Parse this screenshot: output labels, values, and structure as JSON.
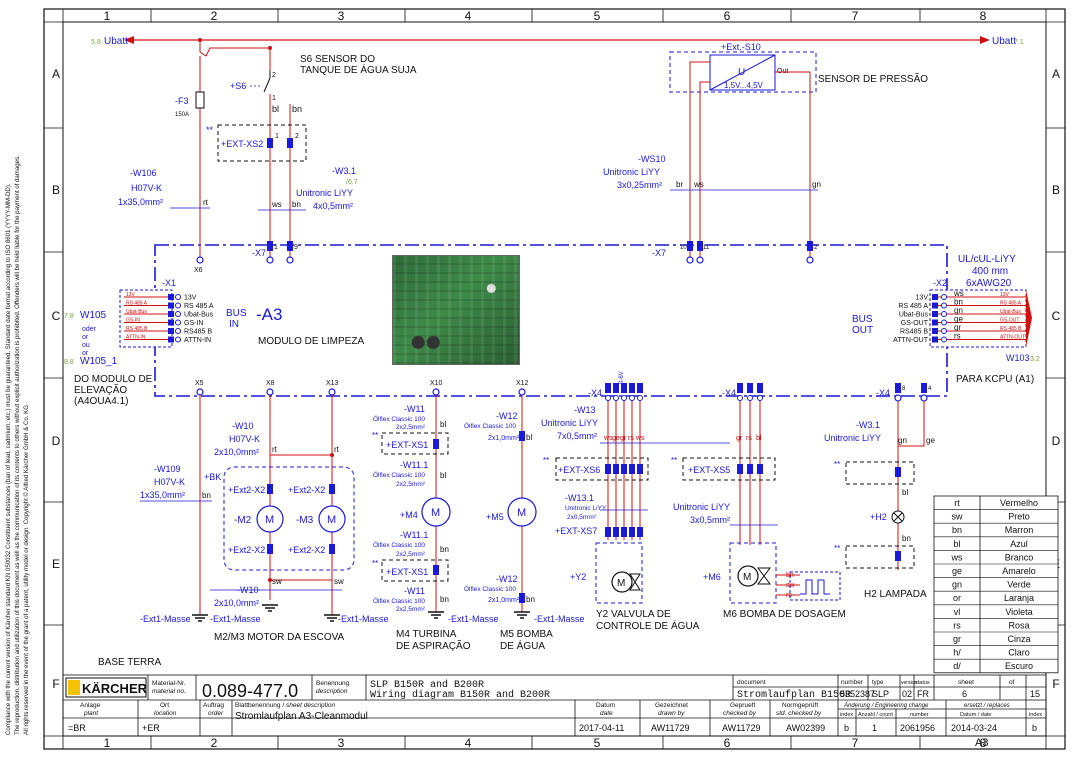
{
  "grid": {
    "columns": [
      "1",
      "2",
      "3",
      "4",
      "5",
      "6",
      "7",
      "8"
    ],
    "rows": [
      "A",
      "B",
      "C",
      "D",
      "E",
      "F"
    ]
  },
  "side_text": [
    "Compliance with the current version of Kärcher standard KN 050032 Constituent substances (ban of lead, cadmium, etc.) must be guaranteed. Standard date format according to ISO 8601 (YYYY-MM-DD).",
    "The reproduction, distribution and utilization of this document as well as the communication of its contents to others without explicit authorization is prohibited. Offenders will be held liable for the payment of damages.",
    "All rights reserved in the event of the grant of a patent, utility model or design. Copyright © Alfred Kärcher GmbH & Co. KG"
  ],
  "ubatt": {
    "left_ref": "5.8",
    "left": "Ubatt",
    "right": "Ubatt",
    "right_ref": "7.1"
  },
  "module": {
    "id": "-A3",
    "name": "MODULO DE LIMPEZA",
    "bus_in": [
      "BUS",
      "IN"
    ],
    "bus_out": [
      "BUS",
      "OUT"
    ]
  },
  "x1": {
    "id": "-X1",
    "pins": [
      "13V",
      "RS 485 A",
      "Ubat-Bus",
      "GS-IN",
      "RS485 B",
      "ATTN-IN"
    ],
    "wire_tags": [
      "13V",
      "RS 485 A",
      "Ubat-Bus",
      "GS-IN",
      "RS 485 B",
      "ATTN-IN"
    ],
    "cable": "W105",
    "cable_ref": "7.8",
    "or_text": [
      "oder",
      "or",
      "ou",
      "or"
    ],
    "cable2": "W105_1",
    "cable2_ref": "8.8",
    "from": [
      "DO MODULO DE",
      "ELEVAÇÃO",
      "(A4OUA4.1)"
    ]
  },
  "x2": {
    "id": "-X2",
    "pins": [
      "13V",
      "RS 485 A",
      "Ubat-Bus",
      "GS-OUT",
      "RS485 B",
      "ATTN-OUT"
    ],
    "colors": [
      "ws",
      "bn",
      "gn",
      "ge",
      "gr",
      "rs"
    ],
    "wire_tags": [
      "13V",
      "RS 485 A",
      "Ubat-Bus",
      "GS-OUT",
      "RS 485 B",
      "ATTN-OUT"
    ],
    "spec": [
      "UL/cUL-LiYY",
      "400 mm",
      "6xAWG20"
    ],
    "cable": "W103",
    "cable_ref": "3.2",
    "to": "PARA KCPU (A1)"
  },
  "top": {
    "f3": "-F3",
    "f3_val": "150A",
    "w106": [
      "-W106",
      "H07V-K",
      "1x35,0mm²"
    ],
    "rt": "rt",
    "x6": "X6",
    "x7": "-X7",
    "s6": "+S6",
    "s6_title": [
      "S6  SENSOR DO",
      "TANQUE DE ÁGUA SUJA"
    ],
    "xs2": "+EXT-XS2",
    "star": "**",
    "w31": [
      "-W3.1",
      "/6.7",
      "Unitronic LiYY",
      "4x0,5mm²"
    ],
    "bl": "bl",
    "bn": "bn",
    "ws": "ws",
    "s10": "+Ext.-S10",
    "s10_u": "U",
    "s10_range": "1,5V...4,5V",
    "s10_out": "Out",
    "s10_name": "SENSOR DE PRESSÃO",
    "ws10": [
      "-WS10",
      "Unitronic LiYY",
      "3x0,25mm²"
    ],
    "br": "br",
    "gn": "gn",
    "pins": {
      "p1": "1",
      "p2": "2",
      "p9": "9",
      "p10": "10",
      "p11": "11",
      "p12": "2"
    }
  },
  "bottom": {
    "x_labels": [
      "X5",
      "X8",
      "X13",
      "X10",
      "X12"
    ],
    "w10": [
      "-W10",
      "H07V-K",
      "2x10,0mm²"
    ],
    "w109": [
      "-W109",
      "H07V-K",
      "1x35,0mm²"
    ],
    "bk": "+BK",
    "ext2_left": [
      "+Ext2-X2",
      "+Ext2-X2"
    ],
    "ext2_right": [
      "+Ext2-X2",
      "+Ext2-X2"
    ],
    "m2": "-M2",
    "m3": "-M3",
    "m_sym": "M",
    "w10b": [
      "-W10",
      "2x10,0mm²"
    ],
    "sw": "sw",
    "masse": [
      "-Ext1-Masse",
      "-Ext1-Masse",
      "-Ext1-Masse",
      "-Ext1-Masse",
      "-Ext1-Masse"
    ],
    "m2m3": "M2/M3 MOTOR DA ESCOVA",
    "w11": [
      "-W11",
      "Ölflex Classic 100",
      "2x2,5mm²"
    ],
    "xs1": "+EXT-XS1",
    "w111": [
      "-W11.1",
      "Ölflex Classic 100",
      "2x2,5mm²"
    ],
    "m4": "+M4",
    "w111b": [
      "-W11.1",
      "Ölflex Classic 100",
      "2x2,5mm²"
    ],
    "w11c": [
      "-W11",
      "Ölflex Classic 100",
      "2x2,5mm²"
    ],
    "m4_name": [
      "M4 TURBINA",
      "DE ASPIRAÇÃO"
    ],
    "w12": [
      "-W12",
      "Ölflex Classic 100",
      "2x1,0mm²"
    ],
    "m5": "+M5",
    "w12b": [
      "-W12",
      "Ölflex Classic 100",
      "2x1,0mm²"
    ],
    "m5_name": [
      "M5 BOMBA",
      "DE ÁGUA"
    ],
    "x4": "-X4",
    "v06": "0-6V",
    "w13": [
      "-W13",
      "Unitronic LiYY",
      "7x0,5mm²"
    ],
    "xs6": "+EXT-XS6",
    "w131": [
      "-W13.1",
      "Unitronic LiYY",
      "2x0,5mm²"
    ],
    "xs7": "+EXT-XS7",
    "y2": "+Y2",
    "y2_name": [
      "Y2 VALVULA DE",
      "CONTROLE DE ÁGUA"
    ],
    "xs5": "+EXT-XS5",
    "w_m6": [
      "Unitronic LiYY",
      "3x0,5mm²"
    ],
    "m6": "+M6",
    "m6_name": "M6 BOMBA DE DOSAGEM",
    "w31b": [
      "-W3.1",
      "Unitronic LiYY"
    ],
    "h2": "+H2",
    "h2_name": "H2 LAMPADA",
    "col": {
      "ws": "ws",
      "ge": "ge",
      "gr": "gr",
      "rs": "rs",
      "sw": "sw",
      "bn": "bn",
      "bl": "bl",
      "gn": "gn",
      "rt": "rt"
    }
  },
  "legend": [
    [
      "rt",
      "Vermelho"
    ],
    [
      "sw",
      "Preto"
    ],
    [
      "bn",
      "Marron"
    ],
    [
      "bl",
      "Azul"
    ],
    [
      "ws",
      "Branco"
    ],
    [
      "ge",
      "Amarelo"
    ],
    [
      "gn",
      "Verde"
    ],
    [
      "or",
      "Laranja"
    ],
    [
      "vl",
      "Violeta"
    ],
    [
      "rs",
      "Rosa"
    ],
    [
      "gr",
      "Cinza"
    ],
    [
      "h/",
      "Claro"
    ],
    [
      "d/",
      "Escuro"
    ]
  ],
  "title_block": {
    "base": "BASE TERRA",
    "brand": "KÄRCHER",
    "mat_label": [
      "Material-Nr.",
      "material no."
    ],
    "mat_no": "0.089-477.0",
    "ben_label": [
      "Benennung",
      "description"
    ],
    "ben": [
      "SLP B150R and B200R",
      "Wiring diagram B150R and B200R"
    ],
    "doc_label": "document",
    "doc": "Stromlaufplan B150R",
    "number_label": "number",
    "number": "5352387",
    "type_label": "type",
    "type": "SLP",
    "version_label": "version",
    "version": "02",
    "status_label": "status",
    "status": "FR",
    "sheet_label": "sheet",
    "sheet": "6",
    "of_label": "of",
    "of": "15",
    "anlage": [
      "Anlage",
      "plant"
    ],
    "ort": [
      "Ort",
      "location"
    ],
    "plant": "=BR",
    "location": "+ER",
    "auftrag": [
      "Auftrag",
      "order"
    ],
    "blatt": [
      "Blattbenennung /",
      "sheet description"
    ],
    "blatt_val": "Stromlaufplan A3-Cleanmodul",
    "datum": [
      "Datum",
      "date"
    ],
    "date": "2017-04-11",
    "gez": [
      "Gezeichnet",
      "drawn by"
    ],
    "drawn": "AW11729",
    "gepr": [
      "Geprueft",
      "checked by"
    ],
    "checked": "AW11729",
    "norm": [
      "Normgeprüft",
      "std. checked by"
    ],
    "std": "AW02399",
    "change": "Änderung / Engineering change",
    "change_cols": [
      "index",
      "Anzahl / count",
      "number"
    ],
    "change_vals": [
      "b",
      "1",
      "2061956"
    ],
    "ersetzt": [
      "ersetzt / replaces",
      "Datum / date",
      "index"
    ],
    "replace_date": "2014-03-24",
    "replace_idx": "b",
    "size": "A3"
  }
}
